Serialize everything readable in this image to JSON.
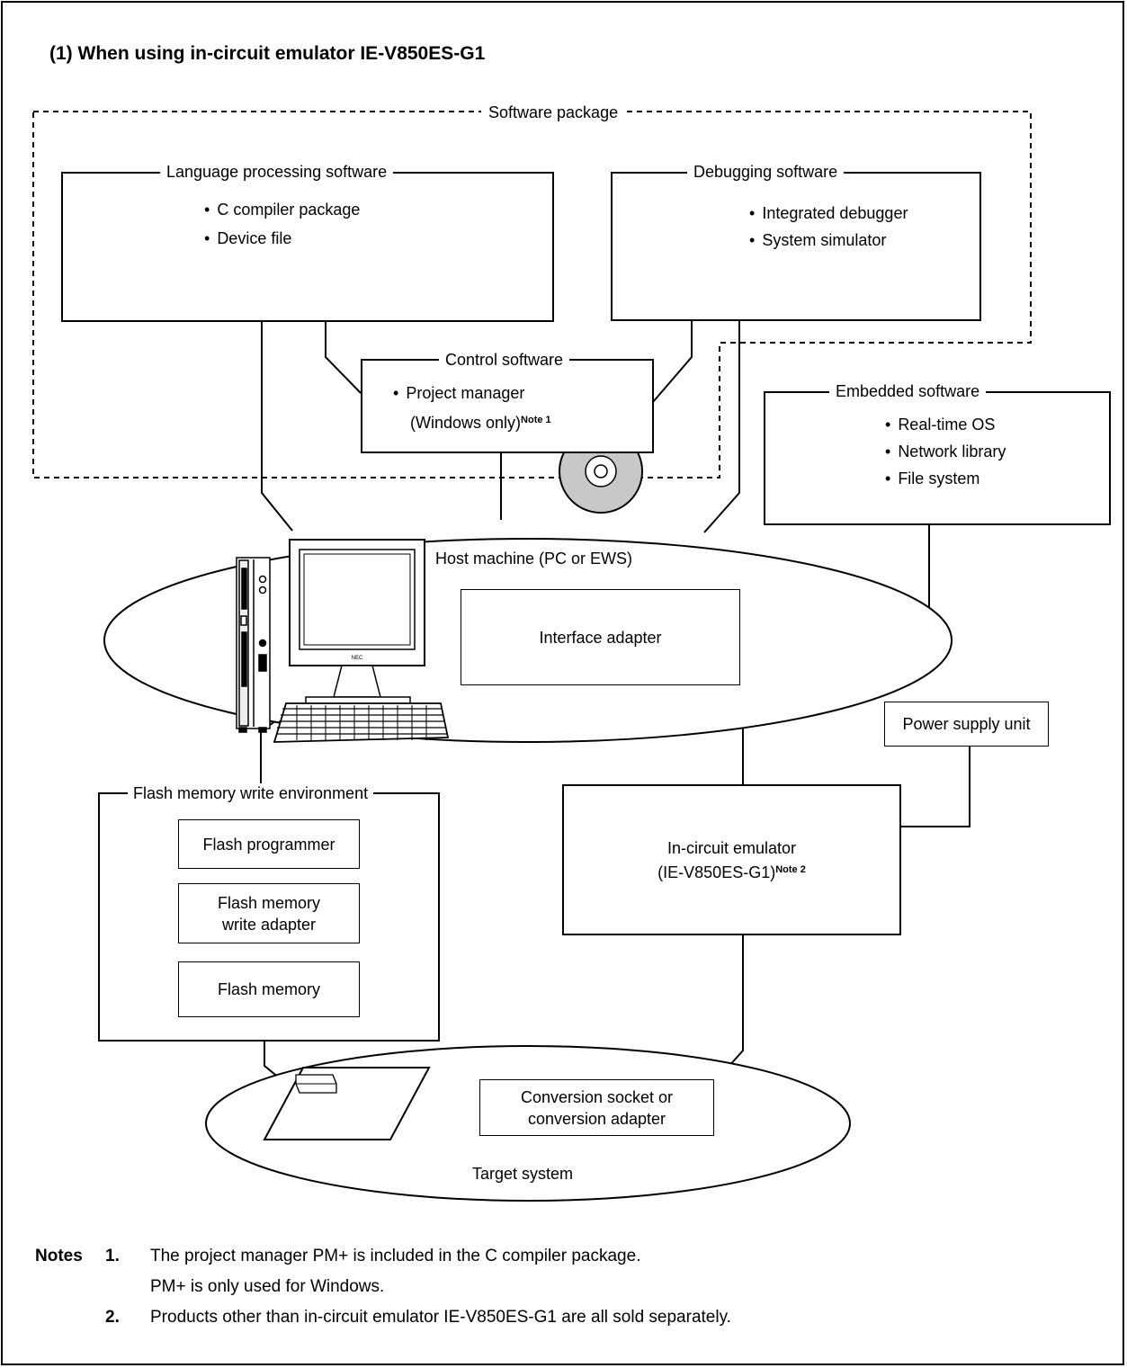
{
  "heading": "(1)  When using in-circuit emulator IE-V850ES-G1",
  "software_package": {
    "label": "Software package",
    "language_processing": {
      "title": "Language processing software",
      "items": [
        "C compiler package",
        "Device file"
      ]
    },
    "debugging": {
      "title": "Debugging software",
      "items": [
        "Integrated debugger",
        "System simulator"
      ]
    },
    "control": {
      "title": "Control software",
      "line1": "Project manager",
      "line2": "(Windows only)",
      "note_ref": "Note 1"
    }
  },
  "embedded": {
    "title": "Embedded software",
    "items": [
      "Real-time OS",
      "Network library",
      "File system"
    ]
  },
  "host": {
    "label": "Host machine (PC or EWS)",
    "interface_adapter": "Interface adapter",
    "monitor_brand": "NEC"
  },
  "power_supply": "Power supply unit",
  "flash_env": {
    "title": "Flash memory write environment",
    "programmer": "Flash programmer",
    "adapter_line1": "Flash memory",
    "adapter_line2": "write adapter",
    "memory": "Flash memory"
  },
  "emulator": {
    "line1": "In-circuit emulator",
    "line2": "(IE-V850ES-G1)",
    "note_ref": "Note 2"
  },
  "target": {
    "label": "Target system",
    "socket_line1": "Conversion socket or",
    "socket_line2": "conversion adapter"
  },
  "notes": {
    "header": "Notes",
    "n1_num": "1.",
    "n1_line1": "The project manager PM+ is included in the C compiler package.",
    "n1_line2": "PM+ is only used for Windows.",
    "n2_num": "2.",
    "n2_line1": "Products other than in-circuit emulator IE-V850ES-G1 are all sold separately."
  }
}
